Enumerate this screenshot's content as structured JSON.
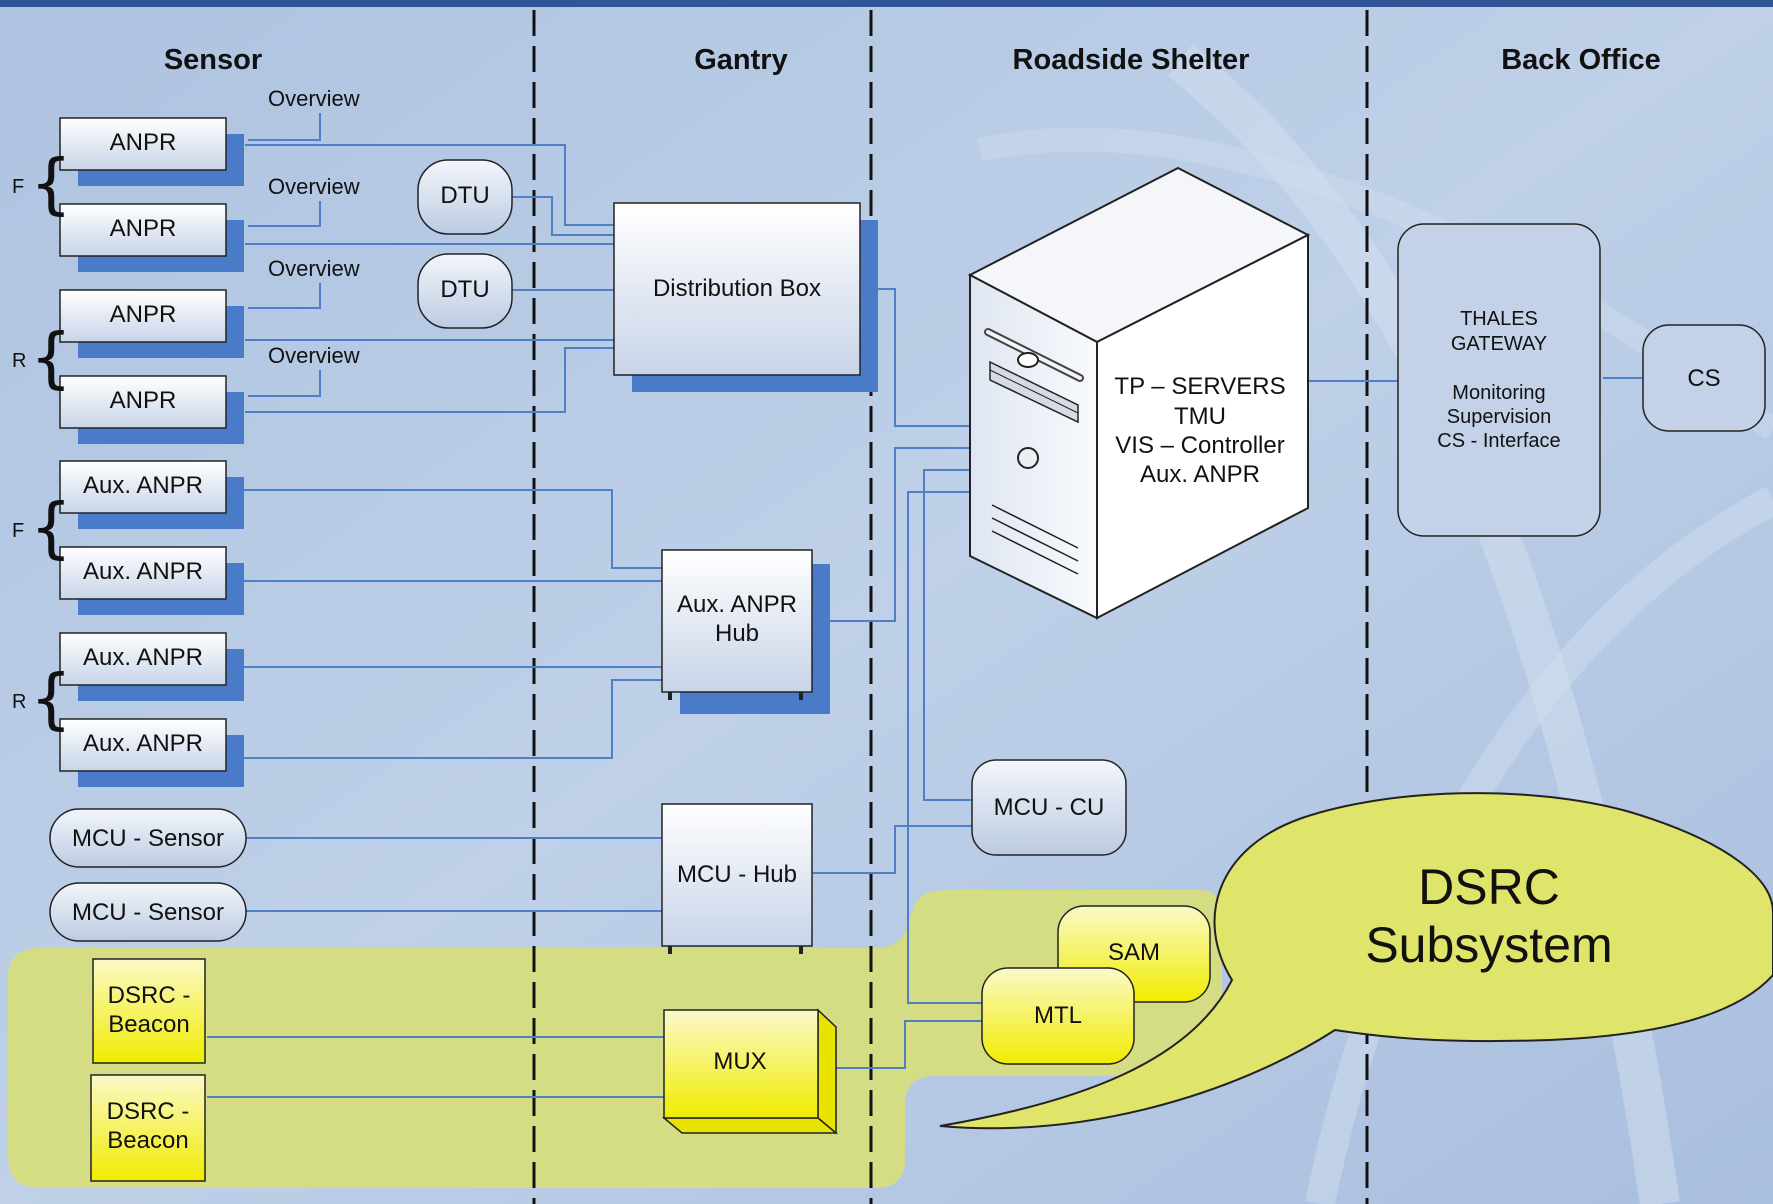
{
  "columns": {
    "sensor": "Sensor",
    "gantry": "Gantry",
    "roadside_shelter": "Roadside Shelter",
    "back_office": "Back Office"
  },
  "sensor": {
    "anpr": [
      "ANPR",
      "ANPR",
      "ANPR",
      "ANPR"
    ],
    "overview": [
      "Overview",
      "Overview",
      "Overview",
      "Overview"
    ],
    "aux_anpr": [
      "Aux. ANPR",
      "Aux. ANPR",
      "Aux. ANPR",
      "Aux. ANPR"
    ],
    "group_labels": [
      "F",
      "R",
      "F",
      "R"
    ],
    "mcu_sensor": [
      "MCU - Sensor",
      "MCU - Sensor"
    ],
    "dsrc_beacon": [
      {
        "line1": "DSRC -",
        "line2": "Beacon"
      },
      {
        "line1": "DSRC -",
        "line2": "Beacon"
      }
    ]
  },
  "gantry": {
    "dtu": [
      "DTU",
      "DTU"
    ],
    "distribution_box": "Distribution Box",
    "aux_anpr_hub": {
      "line1": "Aux. ANPR",
      "line2": "Hub"
    },
    "mcu_hub": "MCU - Hub",
    "mux": "MUX"
  },
  "shelter": {
    "server_lines": [
      "TP – SERVERS",
      "TMU",
      "VIS – Controller",
      "Aux. ANPR"
    ],
    "mcu_cu": "MCU - CU",
    "sam": "SAM",
    "mtl": "MTL"
  },
  "back_office": {
    "gateway_lines": [
      "THALES",
      "GATEWAY",
      "",
      "Monitoring",
      "Supervision",
      "CS - Interface"
    ],
    "cs": "CS"
  },
  "callout": {
    "line1": "DSRC",
    "line2": "Subsystem"
  },
  "colors": {
    "background": "#b5c9e3",
    "connector": "#4f7fc4",
    "shadow": "#4a7bc8",
    "dsrc_highlight": "#d7de7c",
    "callout": "#dfe46a",
    "dsrc_box": "#f4f000"
  }
}
